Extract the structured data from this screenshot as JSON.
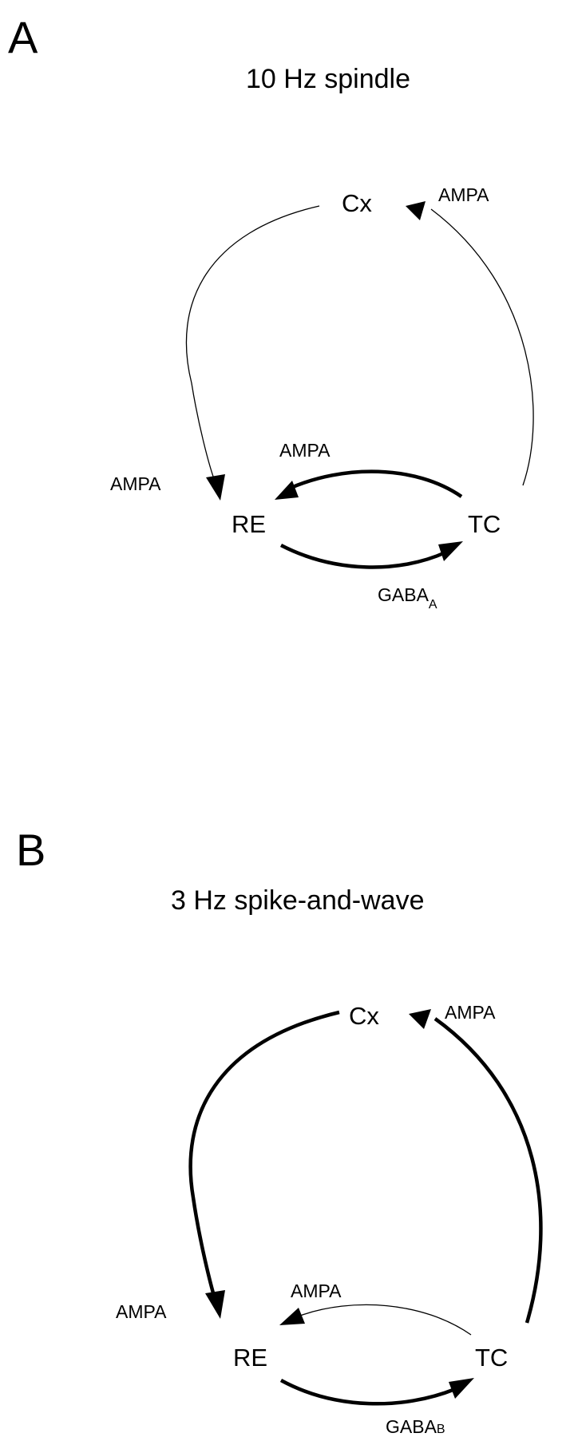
{
  "panel_a": {
    "letter": "A",
    "title": "10 Hz spindle",
    "nodes": {
      "cx": "Cx",
      "re": "RE",
      "tc": "TC"
    },
    "synapses": {
      "tc_to_cx": "AMPA",
      "cx_to_re": "AMPA",
      "tc_to_re": "AMPA",
      "re_to_tc_base": "GABA",
      "re_to_tc_sub": "A"
    }
  },
  "panel_b": {
    "letter": "B",
    "title": "3 Hz spike-and-wave",
    "nodes": {
      "cx": "Cx",
      "re": "RE",
      "tc": "TC"
    },
    "synapses": {
      "tc_to_cx": "AMPA",
      "cx_to_re": "AMPA",
      "tc_to_re": "AMPA",
      "re_to_tc_base": "GABA",
      "re_to_tc_sub": "B"
    }
  }
}
